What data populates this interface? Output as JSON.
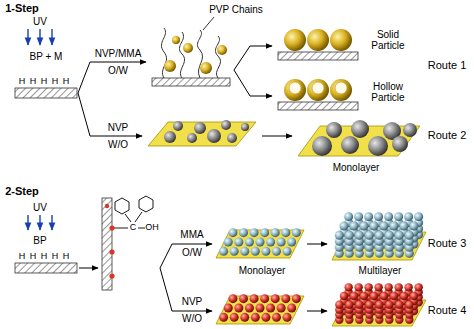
{
  "diagram": {
    "labels": [
      "1-Step",
      "UV",
      "BP + M",
      "H",
      "H",
      "H",
      "H",
      "H",
      "NVP/MMA",
      "O/W",
      "PVP Chains",
      "Solid Particle",
      "Hollow Particle",
      "Route 1",
      "NVP",
      "W/O",
      "Monolayer",
      "Route 2",
      "2-Step",
      "UV",
      "BP",
      "H",
      "H",
      "H",
      "H",
      "H",
      "C",
      "OH",
      "MMA",
      "O/W",
      "Monolayer",
      "Multilayer",
      "Route 3",
      "NVP",
      "W/O",
      "Route 4"
    ]
  }
}
